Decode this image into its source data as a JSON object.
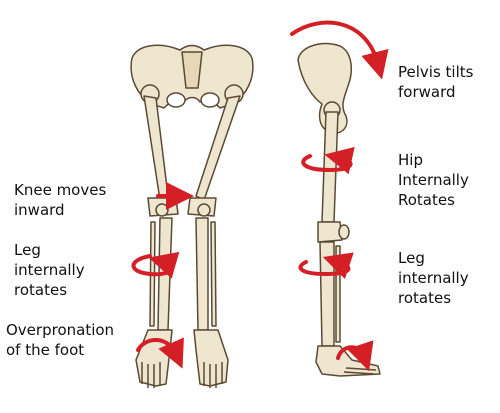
{
  "colors": {
    "bone_fill": "#efe6cf",
    "bone_stroke": "#5a4a34",
    "arrow": "#d41f26",
    "text": "#111111"
  },
  "front_view": {
    "labels": [
      {
        "id": "knee",
        "lines": [
          "Knee moves",
          "inward"
        ]
      },
      {
        "id": "leg",
        "lines": [
          "Leg",
          "internally",
          "rotates"
        ]
      },
      {
        "id": "foot",
        "lines": [
          "Overpronation",
          "of the foot"
        ]
      }
    ]
  },
  "side_view": {
    "labels": [
      {
        "id": "pelvis",
        "lines": [
          "Pelvis tilts",
          "forward"
        ]
      },
      {
        "id": "hip",
        "lines": [
          "Hip",
          "Internally",
          "Rotates"
        ]
      },
      {
        "id": "leg",
        "lines": [
          "Leg",
          "internally",
          "rotates"
        ]
      }
    ]
  }
}
